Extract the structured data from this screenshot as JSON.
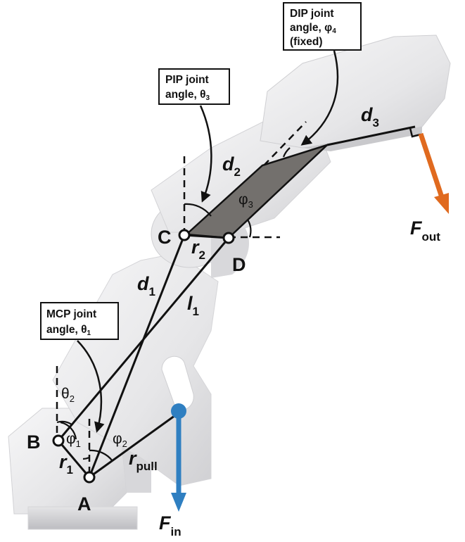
{
  "callouts": {
    "dip": {
      "line1": "DIP joint",
      "line2": "angle, φ",
      "sub": "4",
      "line3": "(fixed)"
    },
    "pip": {
      "line1": "PIP joint",
      "line2": "angle, θ",
      "sub": "3"
    },
    "mcp": {
      "line1": "MCP joint",
      "line2": "angle, θ",
      "sub": "1"
    }
  },
  "points": {
    "A": "A",
    "B": "B",
    "C": "C",
    "D": "D"
  },
  "lengths": {
    "d1": {
      "base": "d",
      "sub": "1"
    },
    "d2": {
      "base": "d",
      "sub": "2"
    },
    "d3": {
      "base": "d",
      "sub": "3"
    },
    "l1": {
      "base": "l",
      "sub": "1"
    },
    "r1": {
      "base": "r",
      "sub": "1"
    },
    "r2": {
      "base": "r",
      "sub": "2"
    },
    "rpull": {
      "base": "r",
      "sub": "pull"
    }
  },
  "angles": {
    "theta2": {
      "base": "θ",
      "sub": "2"
    },
    "phi1": {
      "base": "φ",
      "sub": "1"
    },
    "phi2": {
      "base": "φ",
      "sub": "2"
    },
    "phi3": {
      "base": "φ",
      "sub": "3"
    }
  },
  "forces": {
    "fin": {
      "base": "F",
      "sub": "in",
      "color": "#2f7fc1"
    },
    "fout": {
      "base": "F",
      "sub": "out",
      "color": "#e06a1f"
    }
  }
}
